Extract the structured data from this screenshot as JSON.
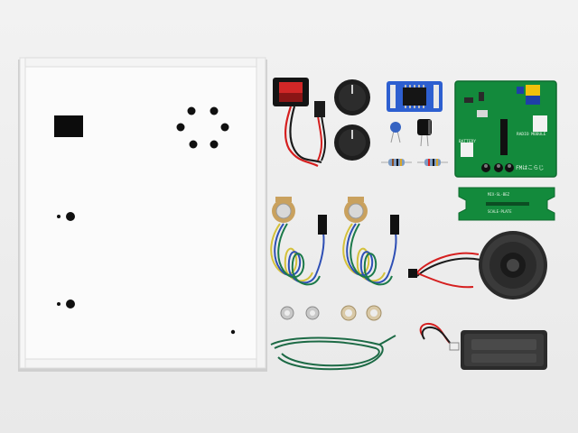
{
  "scene": {
    "subject": "FM radio kit parts laid out",
    "background_color": "#ededed"
  },
  "labels": {
    "module_title": "RADIO MODULE",
    "module_brand": "FMはこらじ",
    "battery_label": "BATTERY",
    "small_board_code": "MIX-SL-BEZ",
    "small_board_sub": "SCALE-PLATE"
  },
  "colors": {
    "pcb_green": "#138a3c",
    "module_blue": "#2d5fd0",
    "knob_black": "#1e1e1e",
    "wire_red": "#d51f1f",
    "wire_yellow": "#d4c13b",
    "wire_blue": "#2e4fb5",
    "wire_green": "#1c7a4a",
    "switch_red": "#d12727"
  },
  "parts": [
    {
      "name": "enclosure-panel"
    },
    {
      "name": "rocker-switch"
    },
    {
      "name": "tuning-knobs"
    },
    {
      "name": "fm-tuner-chip-board"
    },
    {
      "name": "ceramic-capacitor"
    },
    {
      "name": "electrolytic-capacitor"
    },
    {
      "name": "resistors"
    },
    {
      "name": "radio-module-pcb"
    },
    {
      "name": "scale-plate-pcb"
    },
    {
      "name": "potentiometers"
    },
    {
      "name": "speaker"
    },
    {
      "name": "nuts-and-washers"
    },
    {
      "name": "antenna-wire"
    },
    {
      "name": "battery-holder"
    }
  ]
}
